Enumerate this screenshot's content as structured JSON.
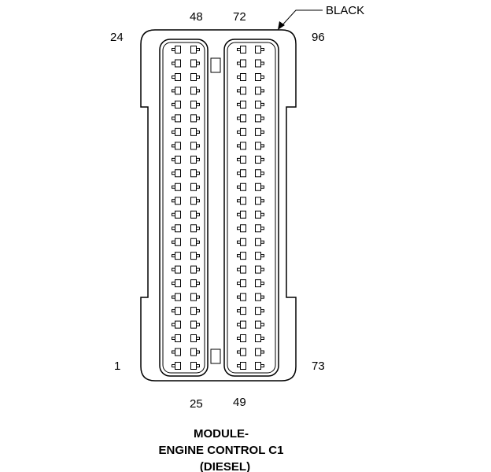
{
  "connector": {
    "color_callout": "BLACK",
    "pins": {
      "top_left": "24",
      "top_inner_left": "48",
      "top_inner_right": "72",
      "top_right": "96",
      "bottom_left": "1",
      "bottom_inner_left": "25",
      "bottom_inner_right": "49",
      "bottom_right": "73"
    },
    "cavity_rows": 24,
    "cavity_columns_per_bank": 2,
    "banks": 2
  },
  "caption": {
    "line1": "MODULE-",
    "line2": "ENGINE CONTROL C1",
    "line3": "(DIESEL)"
  }
}
